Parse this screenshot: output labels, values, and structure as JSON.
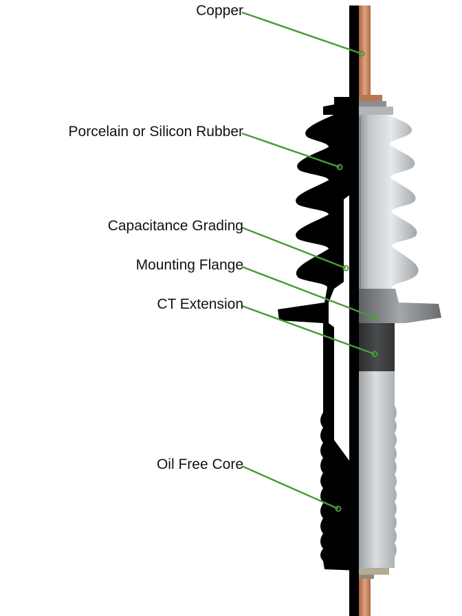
{
  "diagram": {
    "leader_color": "#4b9a3c",
    "colors": {
      "silhouette": "#000000",
      "copper": "#c9825f",
      "porcelain": "#d5d8da",
      "flange": "#8d9093",
      "ct_extension": "#3e3f41",
      "core": "#c9ccce"
    }
  },
  "labels": [
    {
      "id": "copper",
      "text": "Copper"
    },
    {
      "id": "porcelain",
      "text": "Porcelain or Silicon Rubber"
    },
    {
      "id": "capacitance",
      "text": "Capacitance Grading"
    },
    {
      "id": "flange",
      "text": "Mounting Flange"
    },
    {
      "id": "ct",
      "text": "CT Extension"
    },
    {
      "id": "core",
      "text": "Oil Free Core"
    }
  ]
}
